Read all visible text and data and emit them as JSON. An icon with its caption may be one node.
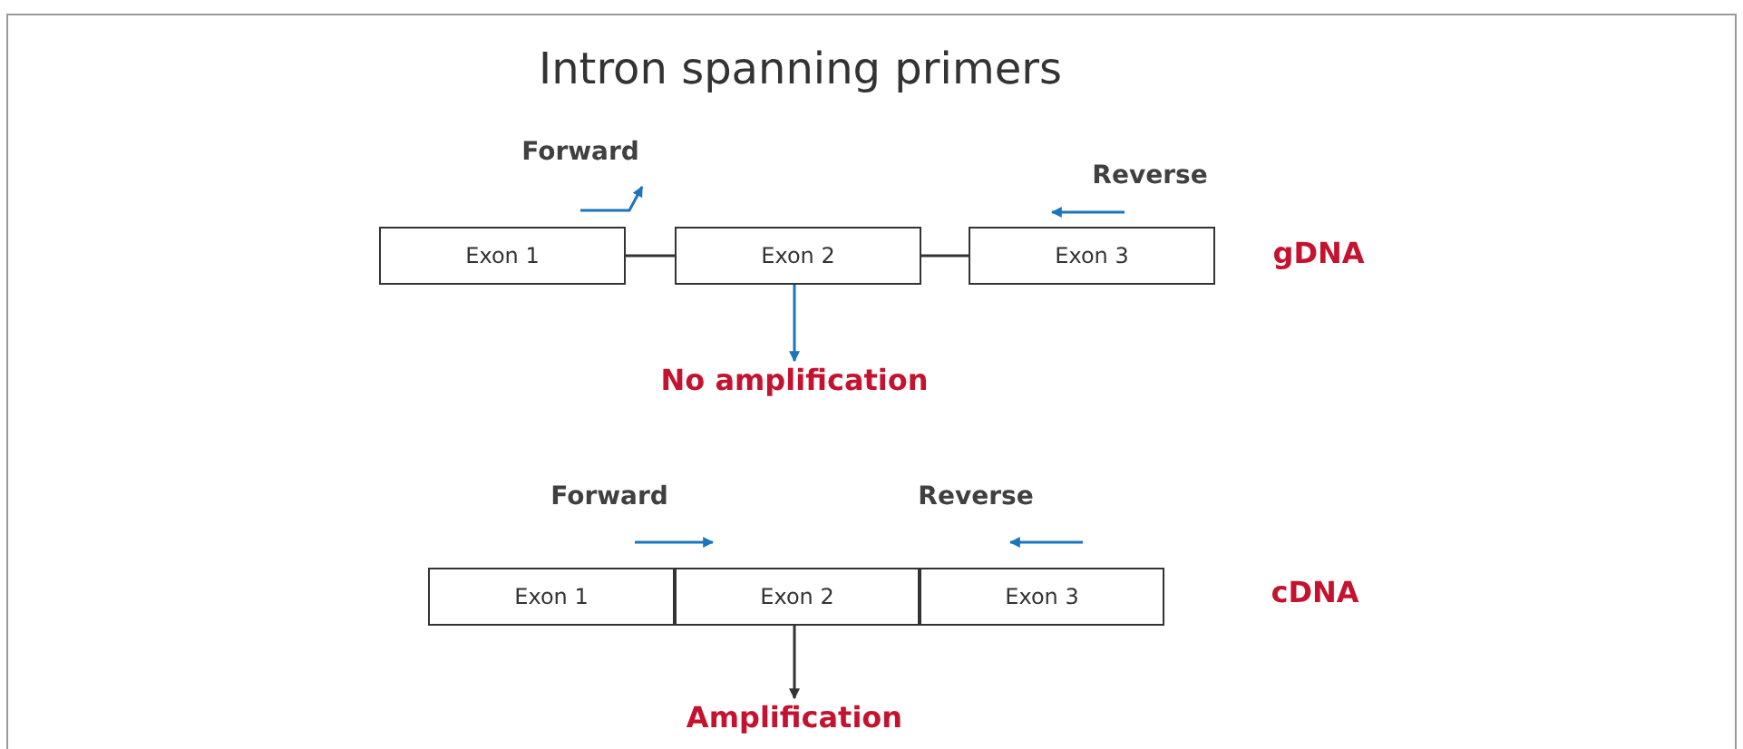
{
  "diagram": {
    "title": "Intron spanning primers",
    "nodes": [
      {
        "text": [
          "Exon 1"
        ]
      },
      {
        "text": [
          "Exon 2"
        ]
      },
      {
        "text": [
          "Exon 3"
        ]
      },
      {
        "text": [
          "No amplification"
        ]
      },
      {
        "text": [
          "Exon 1"
        ]
      },
      {
        "text": [
          "Exon 2"
        ]
      },
      {
        "text": [
          "Exon 3"
        ]
      },
      {
        "text": [
          "Amplification"
        ]
      }
    ],
    "edges": [
      {
        "from": 0,
        "to": 1,
        "arrow": "none"
      },
      {
        "from": 1,
        "to": 2,
        "arrow": "none"
      },
      {
        "from": 1,
        "to": 3,
        "arrow": "to",
        "color": "#1b75bb"
      },
      {
        "from": 5,
        "to": 7,
        "arrow": "to"
      }
    ],
    "labels": [
      "Forward",
      "Reverse",
      "gDNA",
      "Forward",
      "Reverse",
      "cDNA"
    ]
  }
}
